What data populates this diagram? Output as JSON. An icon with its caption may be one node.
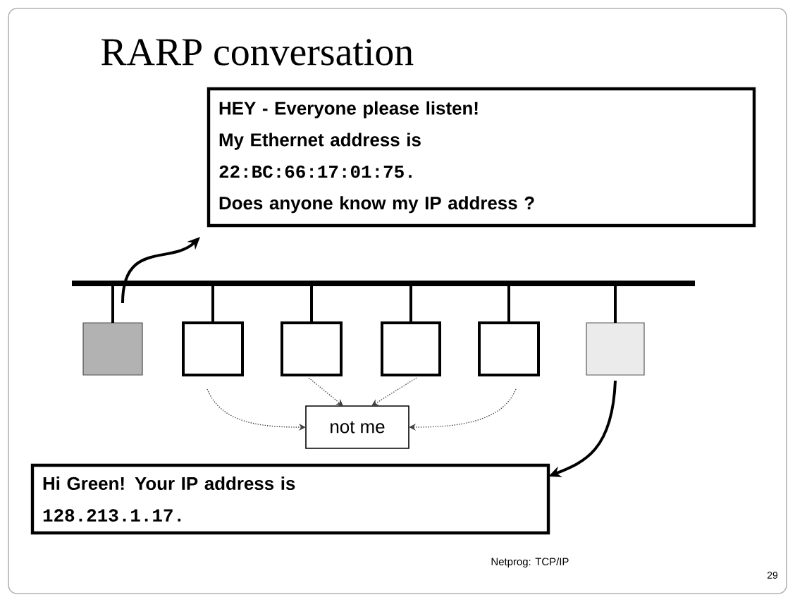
{
  "diagram": {
    "title": "RARP conversation",
    "nodes": [
      {
        "text": [
          "HEY - Everyone please listen!",
          "My Ethernet address is",
          "22:BC:66:17:01:75.",
          "Does anyone know my IP address ?"
        ]
      },
      {
        "text": [],
        "shape": "bar"
      },
      {
        "text": [],
        "shape": "box"
      },
      {
        "text": [],
        "shape": "box"
      },
      {
        "text": [],
        "shape": "box"
      },
      {
        "text": [],
        "shape": "box"
      },
      {
        "text": [],
        "shape": "box"
      },
      {
        "text": [],
        "shape": "box"
      },
      {
        "text": [
          "not me"
        ]
      },
      {
        "text": [
          "Hi Green! Your IP address is",
          "128.213.1.17."
        ]
      }
    ],
    "edges": [
      {
        "from": 2,
        "to": 0,
        "arrow": "to"
      },
      {
        "from": 7,
        "to": 9,
        "arrow": "to"
      },
      {
        "from": 1,
        "to": 2,
        "arrow": "none"
      },
      {
        "from": 1,
        "to": 3,
        "arrow": "none"
      },
      {
        "from": 1,
        "to": 4,
        "arrow": "none"
      },
      {
        "from": 1,
        "to": 5,
        "arrow": "none"
      },
      {
        "from": 1,
        "to": 6,
        "arrow": "none"
      },
      {
        "from": 1,
        "to": 7,
        "arrow": "none"
      },
      {
        "from": 3,
        "to": 8,
        "arrow": "to",
        "style": "dashed"
      },
      {
        "from": 4,
        "to": 8,
        "arrow": "to",
        "style": "dashed"
      },
      {
        "from": 5,
        "to": 8,
        "arrow": "to",
        "style": "dashed"
      },
      {
        "from": 6,
        "to": 8,
        "arrow": "to",
        "style": "dashed"
      }
    ],
    "labels": [
      "Netprog: TCP/IP",
      "29"
    ]
  }
}
